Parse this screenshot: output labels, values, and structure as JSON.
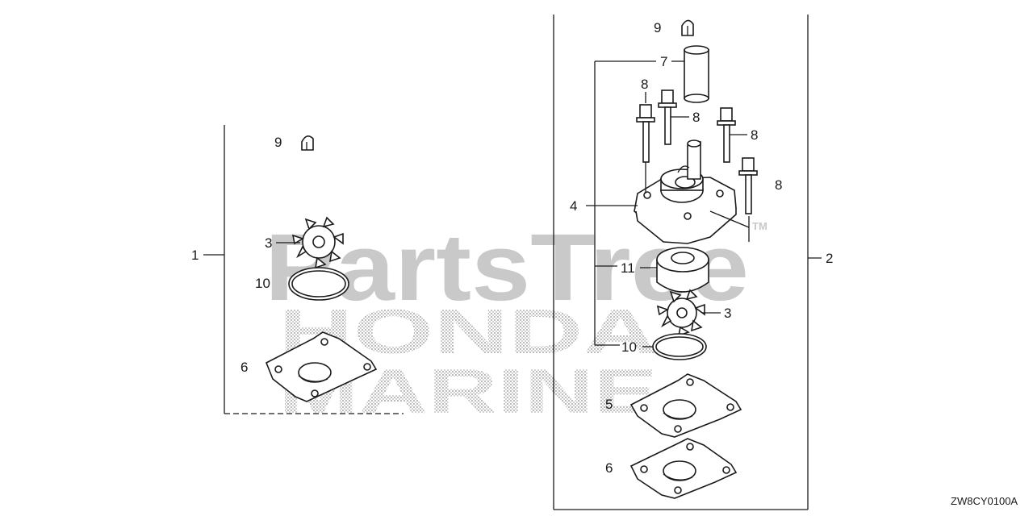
{
  "watermark": {
    "brand": "PartsTree",
    "tm": "TM",
    "line1": "HONDA",
    "line2": "MARINE"
  },
  "diagram_code": "ZW8CY0100A",
  "callouts": {
    "left_kit": "1",
    "right_kit": "2",
    "impeller_left": "3",
    "impeller_right": "3",
    "pump_housing": "4",
    "plate_5": "5",
    "gasket_left": "6",
    "gasket_right": "6",
    "water_tube": "7",
    "bolt_a": "8",
    "bolt_b": "8",
    "bolt_c": "8",
    "bolt_d": "8",
    "grommet_left": "9",
    "grommet_right": "9",
    "seal_ring_left": "10",
    "seal_ring_right": "10",
    "insert_liner": "11"
  }
}
